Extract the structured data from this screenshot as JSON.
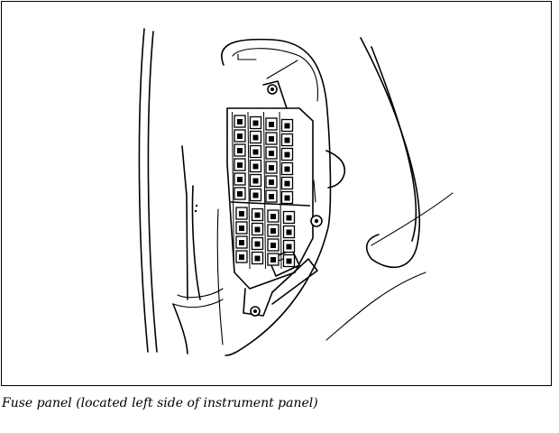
{
  "figure": {
    "caption": "Fuse panel (located left side of instrument panel)"
  },
  "illustration": {
    "fuse_columns": 4,
    "fuse_rows_upper": 6,
    "fuse_rows_lower": 4,
    "line_color": "#000000",
    "background_color": "#ffffff"
  }
}
